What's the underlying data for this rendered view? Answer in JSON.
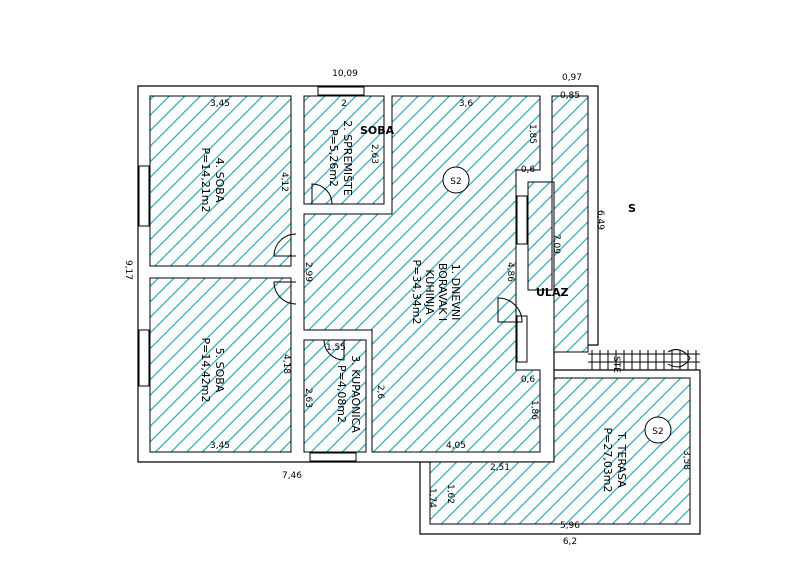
{
  "colors": {
    "wall": "#000000",
    "hatch": "#29a6b9",
    "background": "#ffffff"
  },
  "rooms": {
    "r1": {
      "number": "1. DNEVNI",
      "line2": "BORAVAK I",
      "line3": "KUHINJA",
      "area": "P=34,34m2"
    },
    "r2": {
      "number": "2. SPREMIŠTE",
      "area": "P=5,26m2"
    },
    "r2_tag": "SOBA",
    "r3": {
      "number": "3. KUPAONICA",
      "area": "P=4,08m2"
    },
    "r4": {
      "number": "4. SOBA",
      "area": "P=14,21m2"
    },
    "r5": {
      "number": "5. SOBA",
      "area": "P=14,42m2"
    },
    "terrace": {
      "number": "T. TERASA",
      "area": "P=27,03m2"
    }
  },
  "labels": {
    "entrance": "ULAZ",
    "north": "S",
    "stairs": "STE",
    "slab": "S2"
  },
  "dims": {
    "top_total": "10,09",
    "top_right": "0,97",
    "top_right_in": "0,85",
    "left_total": "9,17",
    "bottom_left": "7,46",
    "bottom_right": "6,2",
    "r4_top": "3,45",
    "r4_side": "4,12",
    "r2_top": "2",
    "r2_side": "2,63",
    "r1_top": "3,6",
    "r1_right_top": "1,85",
    "r1_pier_top": "0,6",
    "entry_side": "4,86",
    "r1_pier_bottom": "0,6",
    "r1_right_bottom": "1,86",
    "r1_bottom": "4,05",
    "hall": "2,99",
    "r3_top": "1,55",
    "r3_side": "2,63",
    "r3_right": "2,6",
    "r5_side": "4,18",
    "r5_bottom": "3,45",
    "corr_side": "7,09",
    "right_outer": "6,49",
    "terr_top": "2,51",
    "terr_left_in": "1,62",
    "terr_left_out": "1,74",
    "terr_bottom_in": "5,96",
    "terr_right": "3,58"
  }
}
